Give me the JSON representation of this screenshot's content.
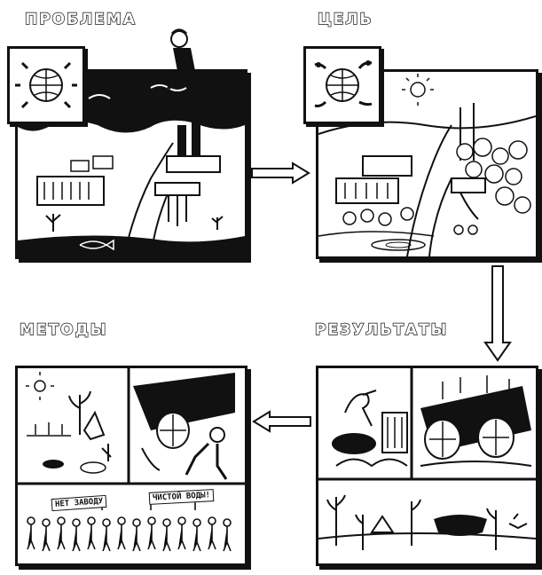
{
  "titles": {
    "problem": "ПРОБЛЕМА",
    "goal": "ЦЕЛЬ",
    "methods": "МЕТОДЫ",
    "results": "РЕЗУЛЬТАТЫ"
  },
  "signs": {
    "no_factory": "НЕТ ЗАВОДУ",
    "clean_water": "ЧИСТОЙ ВОДЫ!"
  }
}
